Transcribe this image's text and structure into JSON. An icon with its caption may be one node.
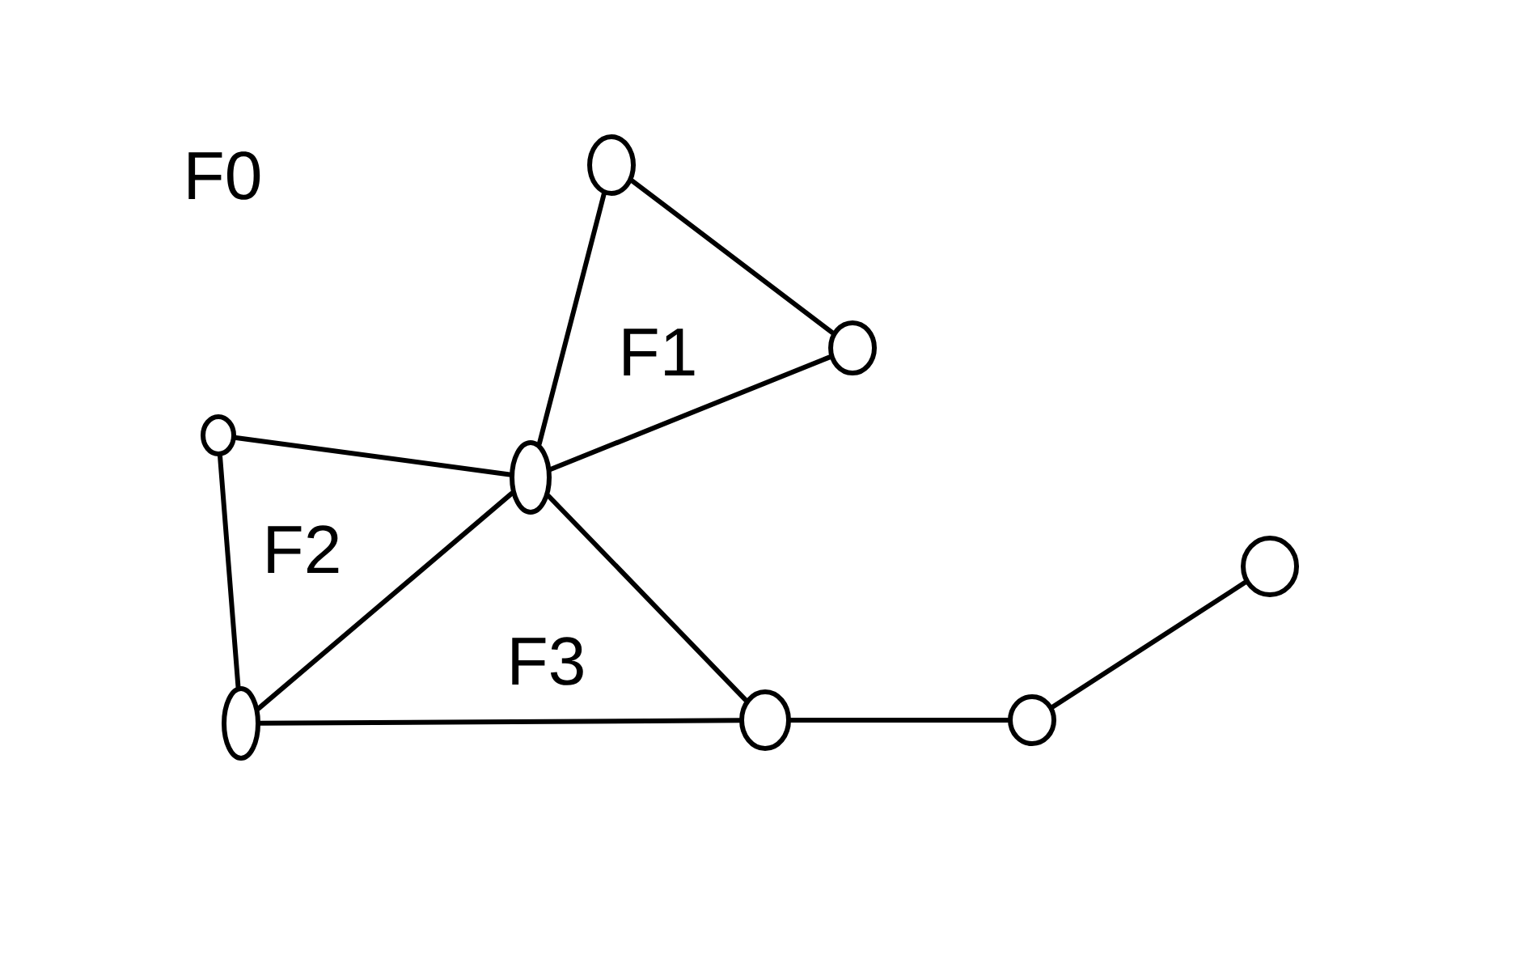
{
  "diagram": {
    "nodes": [
      {
        "text": [],
        "shape": "circle"
      },
      {
        "text": [],
        "shape": "circle"
      },
      {
        "text": [],
        "shape": "circle"
      },
      {
        "text": [],
        "shape": "circle"
      },
      {
        "text": [],
        "shape": "circle"
      },
      {
        "text": [],
        "shape": "circle"
      },
      {
        "text": [],
        "shape": "circle"
      },
      {
        "text": [],
        "shape": "circle"
      }
    ],
    "edges": [
      {
        "from": 0,
        "to": 2,
        "arrow": "none"
      },
      {
        "from": 0,
        "to": 1,
        "arrow": "none"
      },
      {
        "from": 1,
        "to": 2,
        "arrow": "none"
      },
      {
        "from": 1,
        "to": 4,
        "arrow": "none"
      },
      {
        "from": 2,
        "to": 3,
        "arrow": "none"
      },
      {
        "from": 2,
        "to": 5,
        "arrow": "none"
      },
      {
        "from": 2,
        "to": 4,
        "arrow": "none"
      },
      {
        "from": 3,
        "to": 5,
        "arrow": "none"
      },
      {
        "from": 4,
        "to": 6,
        "arrow": "none"
      },
      {
        "from": 6,
        "to": 7,
        "arrow": "none"
      }
    ],
    "labels": [
      "F0",
      "F1",
      "F2",
      "F3"
    ]
  }
}
